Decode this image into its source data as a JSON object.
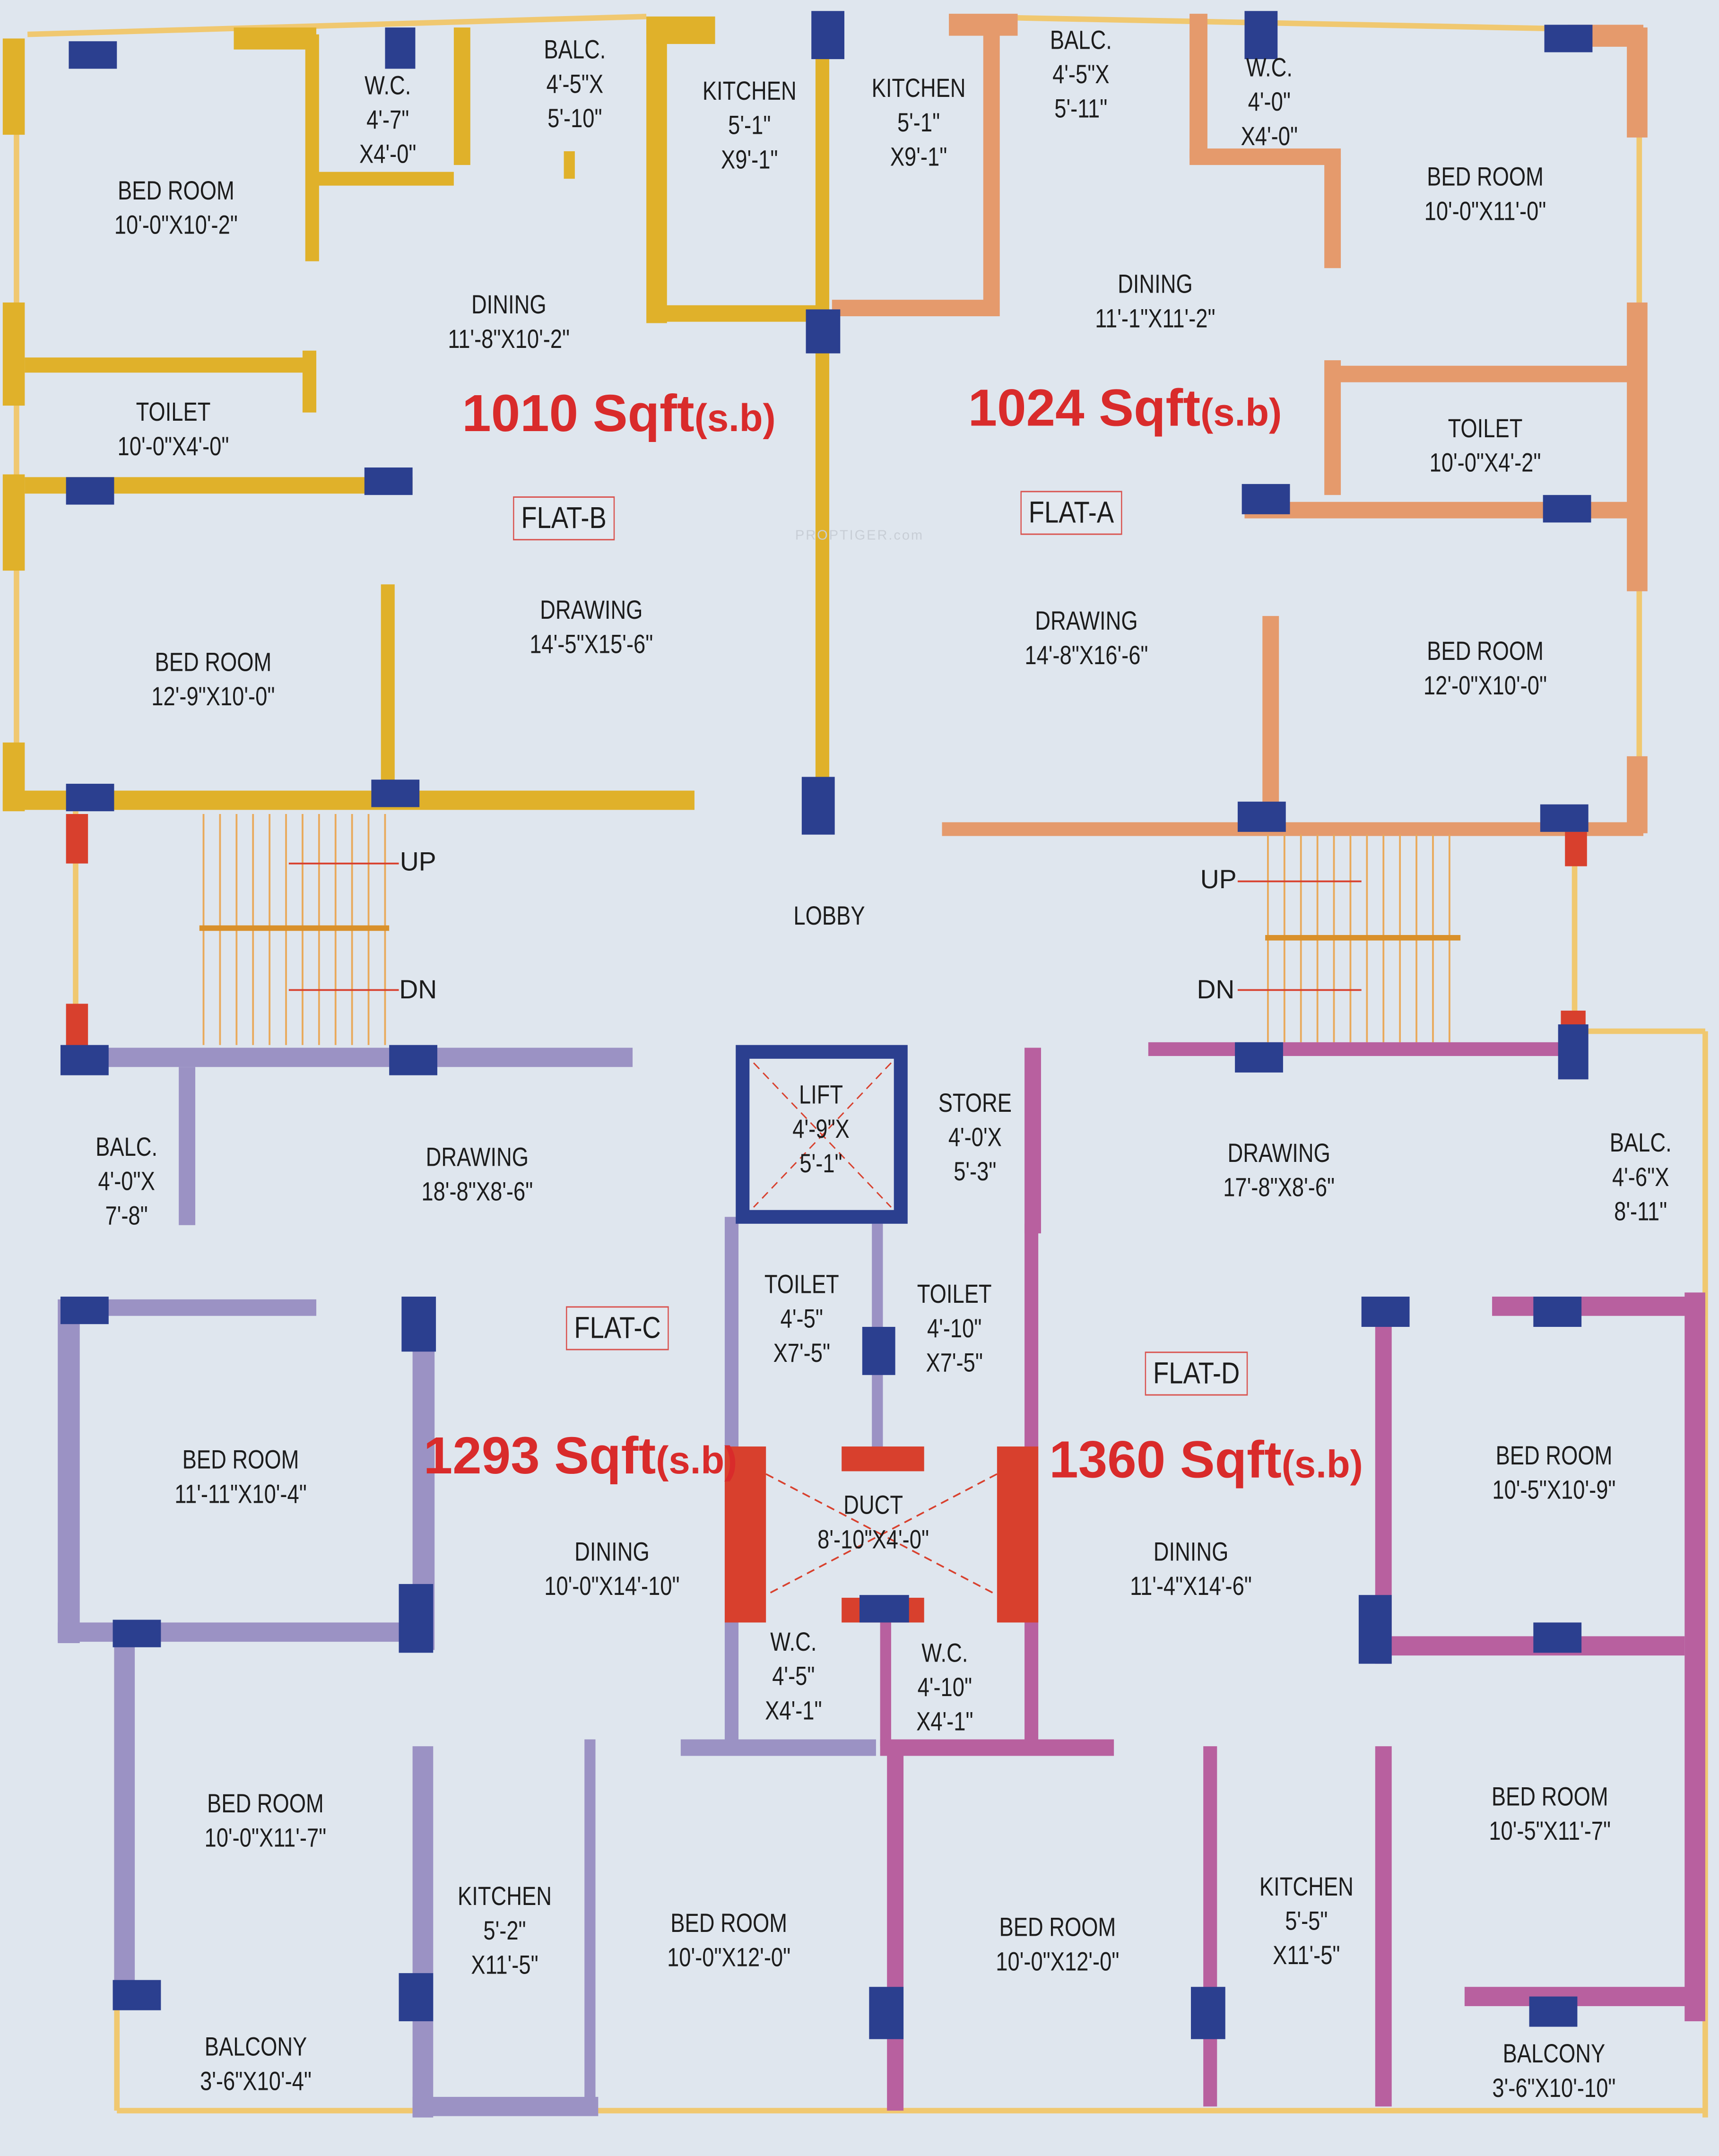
{
  "watermark": "PROPTIGER.com",
  "colors": {
    "flat_a": "#e59a6c",
    "flat_b": "#e0b12a",
    "flat_c": "#9b92c4",
    "flat_d": "#b8609f",
    "column": "#2b3f8f",
    "duct": "#d8402d",
    "background": "#dfe6ee",
    "area_text": "#d92b2b"
  },
  "flat_b": {
    "tag": "FLAT-B",
    "area": "1010 Sqft",
    "suffix": "(s.b)",
    "rooms": [
      {
        "name": "BED ROOM",
        "dims": "10'-0\"X10'-2\""
      },
      {
        "name": "W.C.",
        "dims": "4'-7\"\nX4'-0\""
      },
      {
        "name": "BALC.",
        "dims": "4'-5\"X\n5'-10\""
      },
      {
        "name": "KITCHEN",
        "dims": "5'-1\"\nX9'-1\""
      },
      {
        "name": "DINING",
        "dims": "11'-8\"X10'-2\""
      },
      {
        "name": "TOILET",
        "dims": "10'-0\"X4'-0\""
      },
      {
        "name": "BED ROOM",
        "dims": "12'-9\"X10'-0\""
      },
      {
        "name": "DRAWING",
        "dims": "14'-5\"X15'-6\""
      }
    ]
  },
  "flat_a": {
    "tag": "FLAT-A",
    "area": "1024 Sqft",
    "suffix": "(s.b)",
    "rooms": [
      {
        "name": "KITCHEN",
        "dims": "5'-1\"\nX9'-1\""
      },
      {
        "name": "BALC.",
        "dims": "4'-5\"X\n5'-11\""
      },
      {
        "name": "W.C.",
        "dims": "4'-0\"\nX4'-0\""
      },
      {
        "name": "BED ROOM",
        "dims": "10'-0\"X11'-0\""
      },
      {
        "name": "DINING",
        "dims": "11'-1\"X11'-2\""
      },
      {
        "name": "TOILET",
        "dims": "10'-0\"X4'-2\""
      },
      {
        "name": "DRAWING",
        "dims": "14'-8\"X16'-6\""
      },
      {
        "name": "BED ROOM",
        "dims": "12'-0\"X10'-0\""
      }
    ]
  },
  "lobby": {
    "name": "LOBBY",
    "stairs": [
      {
        "up": "UP",
        "dn": "DN"
      },
      {
        "up": "UP",
        "dn": "DN"
      }
    ]
  },
  "core": {
    "rooms": [
      {
        "name": "LIFT",
        "dims": "4'-9\"X\n5'-1\""
      },
      {
        "name": "STORE",
        "dims": "4'-0'X\n5'-3\""
      },
      {
        "name": "TOILET",
        "dims": "4'-5\"\nX7'-5\""
      },
      {
        "name": "TOILET",
        "dims": "4'-10\"\nX7'-5\""
      },
      {
        "name": "DUCT",
        "dims": "8'-10\"X4'-0\""
      },
      {
        "name": "W.C.",
        "dims": "4'-5\"\nX4'-1\""
      },
      {
        "name": "W.C.",
        "dims": "4'-10\"\nX4'-1\""
      }
    ]
  },
  "flat_c": {
    "tag": "FLAT-C",
    "area": "1293 Sqft",
    "suffix": "(s.b)",
    "rooms": [
      {
        "name": "BALC.",
        "dims": "4'-0\"X\n7'-8\""
      },
      {
        "name": "DRAWING",
        "dims": "18'-8\"X8'-6\""
      },
      {
        "name": "BED ROOM",
        "dims": "11'-11\"X10'-4\""
      },
      {
        "name": "DINING",
        "dims": "10'-0\"X14'-10\""
      },
      {
        "name": "BED ROOM",
        "dims": "10'-0\"X11'-7\""
      },
      {
        "name": "KITCHEN",
        "dims": "5'-2\"\nX11'-5\""
      },
      {
        "name": "BED ROOM",
        "dims": "10'-0\"X12'-0\""
      },
      {
        "name": "BALCONY",
        "dims": "3'-6\"X10'-4\""
      }
    ]
  },
  "flat_d": {
    "tag": "FLAT-D",
    "area": "1360 Sqft",
    "suffix": "(s.b)",
    "rooms": [
      {
        "name": "DRAWING",
        "dims": "17'-8\"X8'-6\""
      },
      {
        "name": "BALC.",
        "dims": "4'-6\"X\n8'-11\""
      },
      {
        "name": "BED ROOM",
        "dims": "10'-5\"X10'-9\""
      },
      {
        "name": "DINING",
        "dims": "11'-4\"X14'-6\""
      },
      {
        "name": "BED ROOM",
        "dims": "10'-5\"X11'-7\""
      },
      {
        "name": "KITCHEN",
        "dims": "5'-5\"\nX11'-5\""
      },
      {
        "name": "BED ROOM",
        "dims": "10'-0\"X12'-0\""
      },
      {
        "name": "BALCONY",
        "dims": "3'-6\"X10'-10\""
      }
    ]
  }
}
